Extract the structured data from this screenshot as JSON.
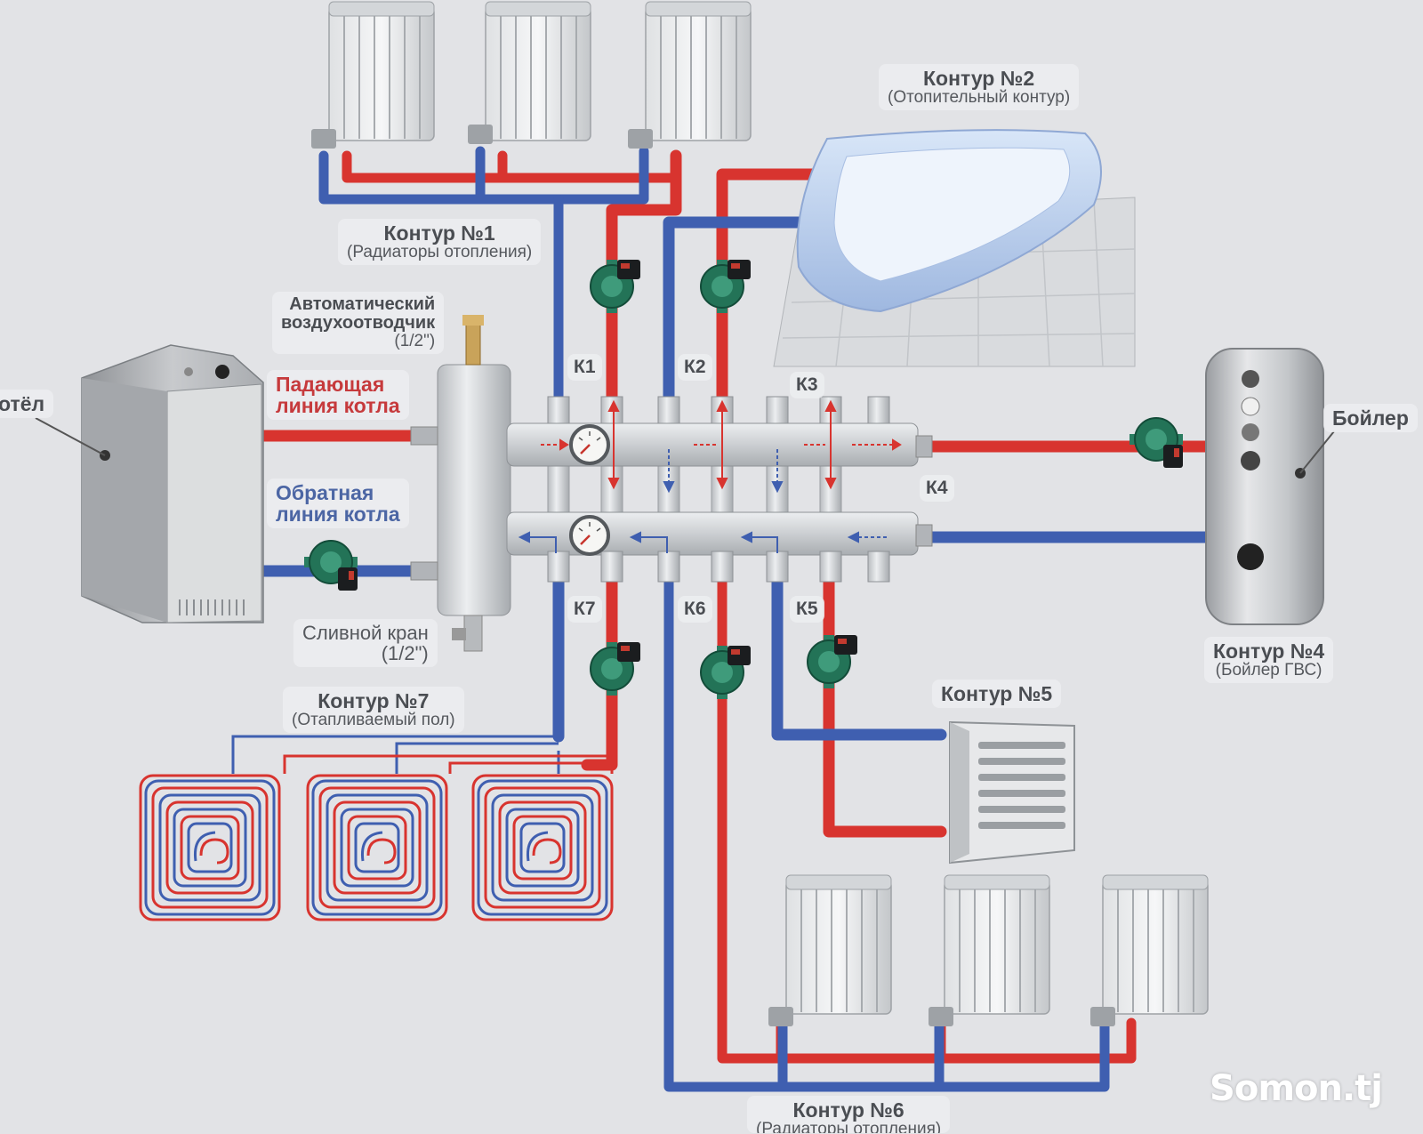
{
  "labels": {
    "kontur1": {
      "title": "Контур №1",
      "sub": "(Радиаторы отопления)"
    },
    "kontur2": {
      "title": "Контур №2",
      "sub": "(Отопительный контур)"
    },
    "kontur4": {
      "title": "Контур №4",
      "sub": "(Бойлер ГВС)"
    },
    "kontur5": {
      "title": "Контур №5"
    },
    "kontur6": {
      "title": "Контур №6",
      "sub": "(Радиаторы отопления)"
    },
    "kontur7": {
      "title": "Контур №7",
      "sub": "(Отапливаемый пол)"
    },
    "air_vent": {
      "line1": "Автоматический",
      "line2": "воздухоотводчик",
      "line3": "(1/2\")"
    },
    "supply_line": {
      "line1": "Падающая",
      "line2": "линия котла"
    },
    "return_line": {
      "line1": "Обратная",
      "line2": "линия котла"
    },
    "drain": {
      "line1": "Сливной кран",
      "line2": "(1/2\")"
    },
    "boiler": "отёл",
    "dhw_tank": "Бойлер"
  },
  "ports": [
    "К1",
    "К2",
    "К3",
    "К4",
    "К5",
    "К6",
    "К7"
  ],
  "watermark": "Somon.tj",
  "colors": {
    "supply_pipe": "#d8342f",
    "return_pipe": "#3f5fb0",
    "manifold": "#c9cbce",
    "pump": "#1f7a5c",
    "background": "#e2e3e6"
  },
  "icons": [
    "boiler-icon",
    "radiator-icon",
    "bathtub-icon",
    "pump-icon",
    "manifold-icon",
    "dhw-tank-icon",
    "fan-heater-icon",
    "underfloor-coil-icon",
    "gauge-icon"
  ]
}
